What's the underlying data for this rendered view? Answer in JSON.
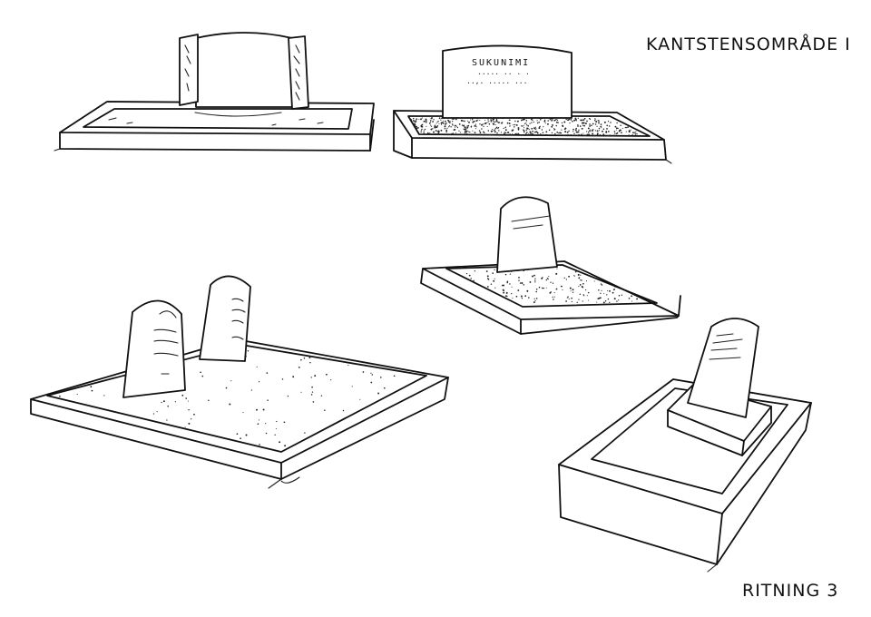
{
  "header": {
    "title": "KANTSTENSOMRÅDE I"
  },
  "footer": {
    "drawing_label": "RITNING 3"
  },
  "graves": [
    {
      "id": "grave-1",
      "inscription": ""
    },
    {
      "id": "grave-2",
      "inscription": "SUKUNIMI"
    },
    {
      "id": "grave-3",
      "inscription": ""
    },
    {
      "id": "grave-4",
      "inscription": ""
    },
    {
      "id": "grave-5",
      "inscription": ""
    }
  ]
}
